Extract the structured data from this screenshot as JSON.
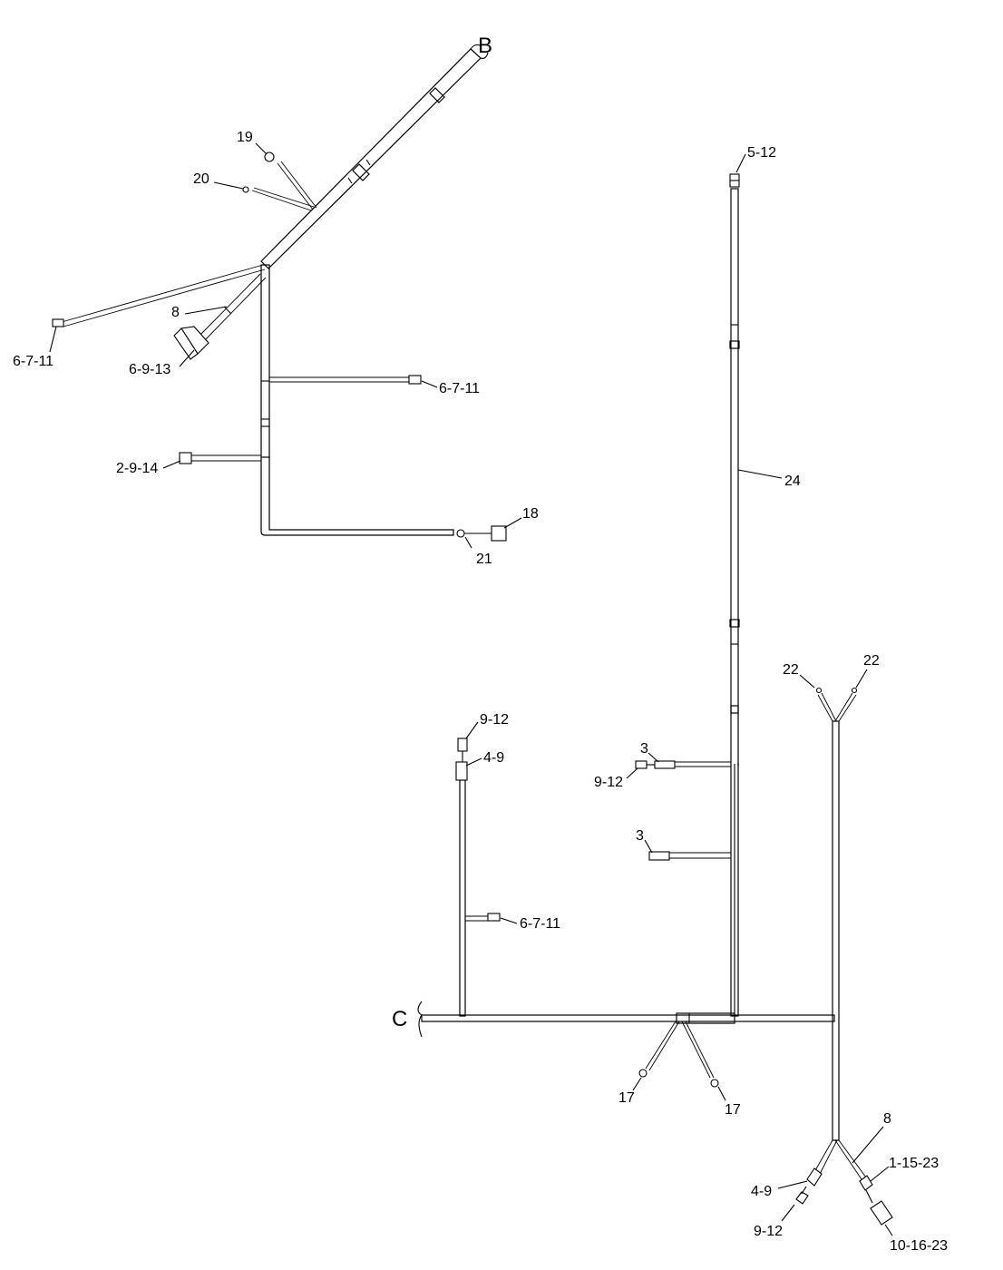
{
  "breaks": {
    "b": "B",
    "c": "C"
  },
  "callouts": {
    "c19": "19",
    "c20": "20",
    "c8a": "8",
    "c6711a": "6-7-11",
    "c6913": "6-9-13",
    "c6711b": "6-7-11",
    "c2914": "2-9-14",
    "c18": "18",
    "c21": "21",
    "c512": "5-12",
    "c24": "24",
    "c22a": "22",
    "c22b": "22",
    "c912a": "9-12",
    "c49a": "4-9",
    "c3a": "3",
    "c912b": "9-12",
    "c3b": "3",
    "c6711c": "6-7-11",
    "c17a": "17",
    "c17b": "17",
    "c8b": "8",
    "c11523": "1-15-23",
    "c49b": "4-9",
    "c912c": "9-12",
    "c101623": "10-16-23"
  }
}
